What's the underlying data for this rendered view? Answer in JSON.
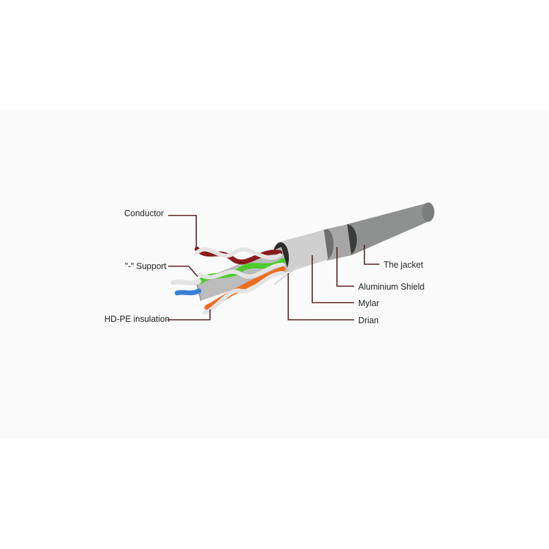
{
  "labels": {
    "conductor": "Conductor",
    "support": "\"-\" Support",
    "insulation": "HD-PE insulation",
    "jacket": "The jacket",
    "shield": "Aluminium Shield",
    "mylar": "Mylar",
    "drain": "Drian"
  },
  "colors": {
    "leader": "#5a1a1a",
    "jacket": "#8f9090",
    "jacket_dark": "#3c3c3c",
    "shield": "#a6a6a6",
    "mylar": "#cfcfcf",
    "pair_brown": "#8b1a1a",
    "pair_green": "#4ccc2a",
    "pair_blue": "#3b7fd6",
    "pair_orange": "#f06d1f",
    "wire_white": "#e4e4e4"
  }
}
